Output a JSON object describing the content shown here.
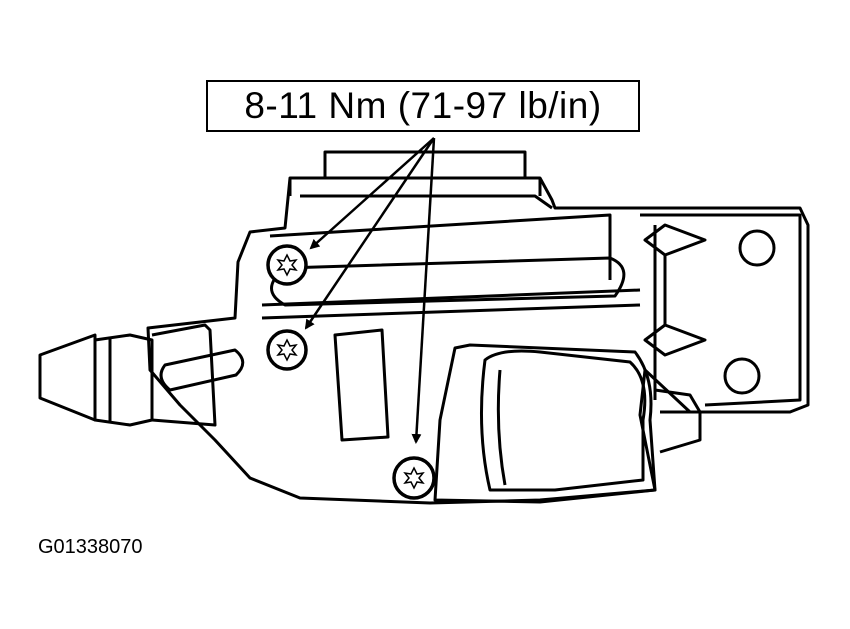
{
  "diagram": {
    "torque_spec": "8-11 Nm (71-97 lb/in)",
    "figure_id": "G01338070",
    "fastener_count": 3,
    "fastener_icon": "torx-head-icon",
    "line_color": "#000000",
    "background_color": "#ffffff"
  }
}
